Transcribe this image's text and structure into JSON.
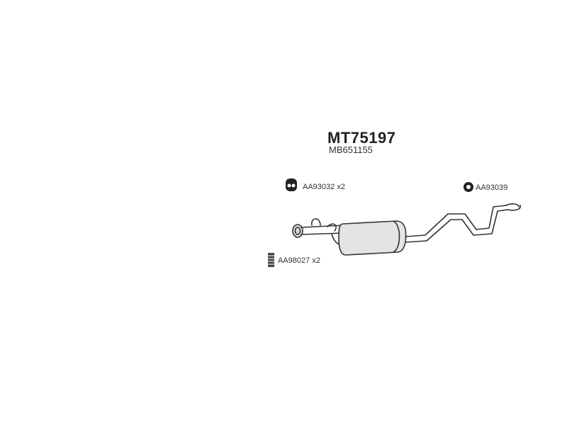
{
  "diagram": {
    "part_number": "MT75197",
    "oem_reference": "MB651155",
    "parts": [
      {
        "code": "AA93032",
        "qty": "x2",
        "icon": "rubber-hanger-icon"
      },
      {
        "code": "AA93039",
        "qty": "",
        "icon": "rubber-ring-icon"
      },
      {
        "code": "AA98027",
        "qty": "x2",
        "icon": "spring-bolt-icon"
      }
    ]
  },
  "colors": {
    "line": "#333333",
    "fill": "#d8d8d8",
    "dark_fill": "#222222"
  }
}
